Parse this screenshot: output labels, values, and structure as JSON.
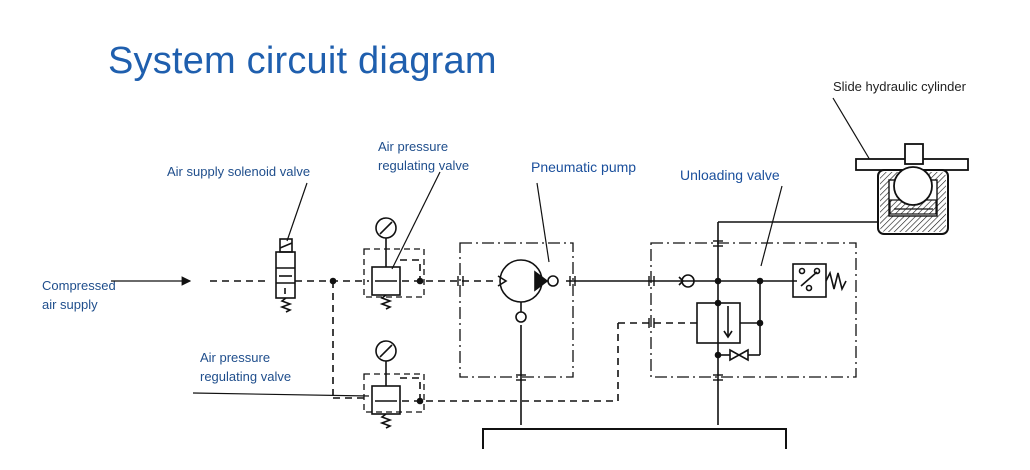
{
  "title": "System circuit diagram",
  "labels": {
    "compressed_air_line1": "Compressed",
    "compressed_air_line2": "air supply",
    "air_supply_solenoid_valve": "Air supply solenoid valve",
    "air_pressure_regulating_valve_top_line1": "Air pressure",
    "air_pressure_regulating_valve_top_line2": "regulating valve",
    "pneumatic_pump": "Pneumatic pump",
    "unloading_valve": "Unloading valve",
    "slide_hydraulic_cylinder": "Slide hydraulic cylinder",
    "air_pressure_regulating_valve_bottom_line1": "Air pressure",
    "air_pressure_regulating_valve_bottom_line2": "regulating valve"
  },
  "colors": {
    "title": "#1f5fae",
    "label": "#1f4e8c",
    "line": "#111111"
  }
}
